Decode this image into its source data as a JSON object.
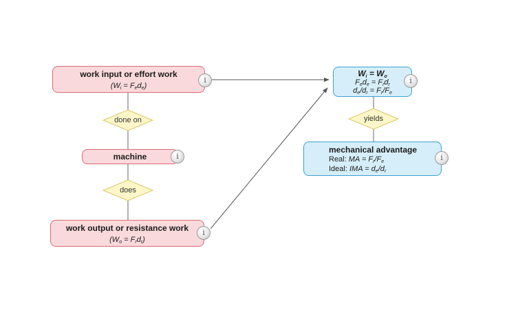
{
  "nodes": {
    "work_input": {
      "title": "work input or effort work",
      "formula_parts": [
        "(W",
        "i",
        " = F",
        "e",
        "d",
        "e",
        ")"
      ]
    },
    "machine": {
      "title": "machine"
    },
    "work_output": {
      "title": "work output or resistance work",
      "formula_parts": [
        "(W",
        "o",
        " = F",
        "r",
        "d",
        "r",
        ")"
      ]
    },
    "work_equality": {
      "line1_parts": [
        "W",
        "i",
        " = W",
        "o"
      ],
      "line2_parts": [
        "F",
        "e",
        "d",
        "e",
        " = F",
        "r",
        "d",
        "r"
      ],
      "line3_parts": [
        "d",
        "e",
        "/d",
        "r",
        " = F",
        "r",
        "/F",
        "e"
      ]
    },
    "mechanical_advantage": {
      "title": "mechanical advantage",
      "real_label": "Real:",
      "real_parts": [
        "MA",
        "  = F",
        "r",
        "/F",
        "e"
      ],
      "ideal_label": "Ideal:",
      "ideal_parts": [
        "IMA",
        " = d",
        "e",
        "/d",
        "r"
      ]
    }
  },
  "links": {
    "done_on": "done on",
    "does": "does",
    "yields": "yields"
  },
  "info_icon_glyph": "i",
  "colors": {
    "pink_fill": "#f9d9dc",
    "pink_border": "#d86a74",
    "blue_fill": "#d6eef9",
    "blue_border": "#3aa0d1",
    "diamond_fill": "#fdf6c8",
    "diamond_border": "#d9c76a",
    "line": "#555555"
  }
}
